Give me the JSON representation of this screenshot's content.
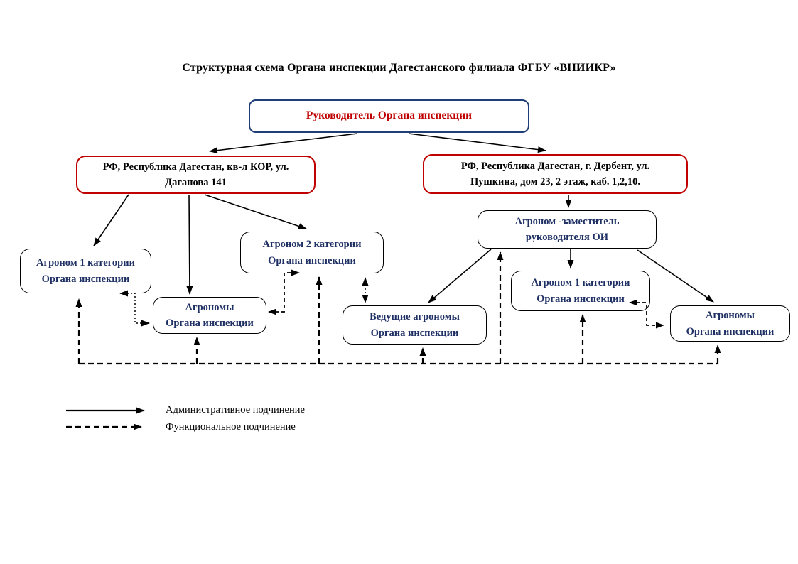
{
  "title": "Структурная схема Органа инспекции Дагестанского филиала ФГБУ «ВНИИКР»",
  "colors": {
    "head_border_navy": "#1F3D78",
    "head_text_red": "#C00000",
    "address_border_red": "#C00000",
    "department_text_navy": "#1F3064",
    "line_black": "#000000"
  },
  "nodes": {
    "head": {
      "label": "Руководитель Органа инспекции"
    },
    "address_left": {
      "line1": "РФ, Республика Дагестан, кв-л КОР, ул.",
      "line2": "Даганова 141"
    },
    "address_right": {
      "line1": "РФ, Республика Дагестан, г. Дербент, ул.",
      "line2": "Пушкина, дом 23, 2 этаж, каб. 1,2,10."
    },
    "agronomist1_left": {
      "line1": "Агроном 1 категории",
      "line2": "Органа инспекции"
    },
    "agronomists_left": {
      "line1": "Агрономы",
      "line2": "Органа инспекции"
    },
    "agronomist2": {
      "line1": "Агроном 2 категории",
      "line2": "Органа инспекции"
    },
    "deputy": {
      "line1": "Агроном -заместитель",
      "line2": "руководителя ОИ"
    },
    "lead_agronomists": {
      "line1": "Ведущие агрономы",
      "line2": "Органа инспекции"
    },
    "agronomist1_right": {
      "line1": "Агроном 1 категории",
      "line2": "Органа инспекции"
    },
    "agronomists_right": {
      "line1": "Агрономы",
      "line2": "Органа инспекции"
    }
  },
  "legend": {
    "administrative": "Административное подчинение",
    "functional": "Функциональное подчинение"
  }
}
